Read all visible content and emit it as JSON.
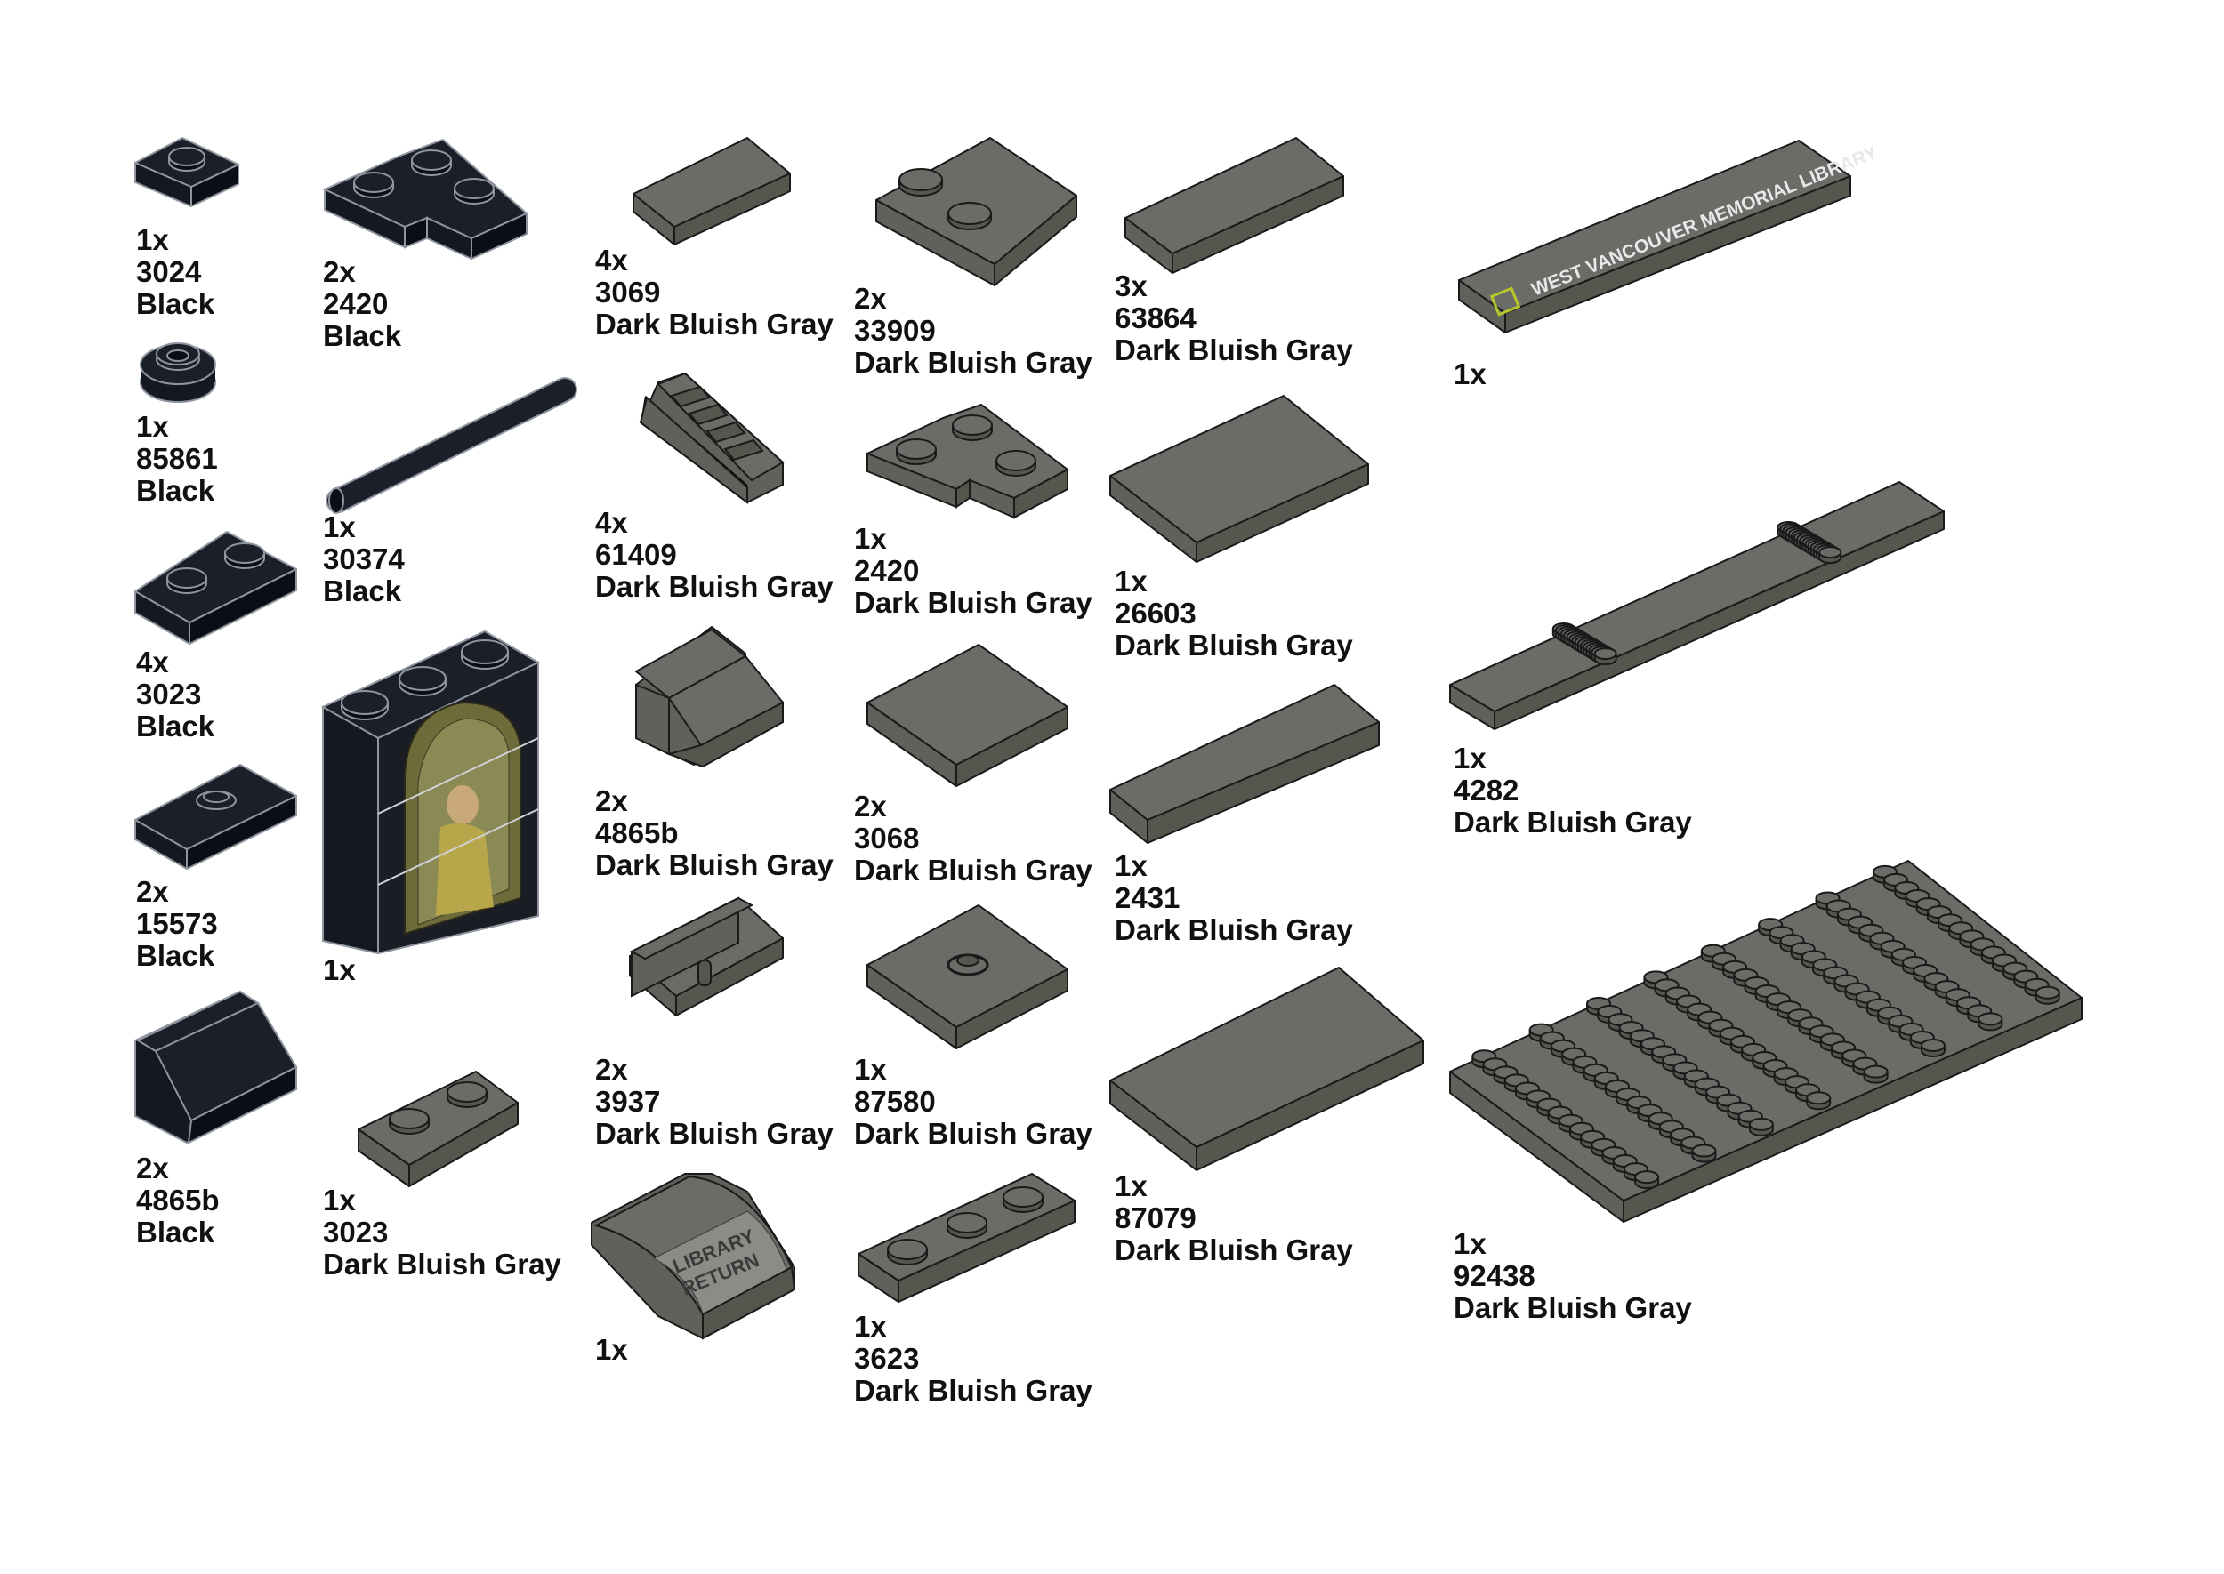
{
  "colors": {
    "black_top": "#1b1f29",
    "black_side": "#0b0e16",
    "black_front": "#141821",
    "dbg_top": "#6a6c67",
    "dbg_side": "#55574f",
    "dbg_front": "#5f615b",
    "outline_black": "#8f959e",
    "outline_gray": "#1a1a1a",
    "label": "#111111",
    "page": "#ffffff"
  },
  "parts": [
    {
      "id": "p3024",
      "qty": "1x",
      "part": "3024",
      "color": "Black"
    },
    {
      "id": "p2420b",
      "qty": "2x",
      "part": "2420",
      "color": "Black"
    },
    {
      "id": "p3069",
      "qty": "4x",
      "part": "3069",
      "color": "Dark Bluish Gray"
    },
    {
      "id": "p33909",
      "qty": "2x",
      "part": "33909",
      "color": "Dark Bluish Gray"
    },
    {
      "id": "p63864",
      "qty": "3x",
      "part": "63864",
      "color": "Dark Bluish Gray"
    },
    {
      "id": "pLibTile",
      "qty": "1x",
      "print_text": "WEST VANCOUVER MEMORIAL LIBRARY"
    },
    {
      "id": "p85861",
      "qty": "1x",
      "part": "85861",
      "color": "Black"
    },
    {
      "id": "p30374",
      "qty": "1x",
      "part": "30374",
      "color": "Black"
    },
    {
      "id": "p61409",
      "qty": "4x",
      "part": "61409",
      "color": "Dark Bluish Gray"
    },
    {
      "id": "p2420g",
      "qty": "1x",
      "part": "2420",
      "color": "Dark Bluish Gray"
    },
    {
      "id": "p26603",
      "qty": "1x",
      "part": "26603",
      "color": "Dark Bluish Gray"
    },
    {
      "id": "p3023b",
      "qty": "4x",
      "part": "3023",
      "color": "Black"
    },
    {
      "id": "pWindow",
      "qty": "1x"
    },
    {
      "id": "p4865g",
      "qty": "2x",
      "part": "4865b",
      "color": "Dark Bluish Gray"
    },
    {
      "id": "p3068",
      "qty": "2x",
      "part": "3068",
      "color": "Dark Bluish Gray"
    },
    {
      "id": "p2431",
      "qty": "1x",
      "part": "2431",
      "color": "Dark Bluish Gray"
    },
    {
      "id": "p4282",
      "qty": "1x",
      "part": "4282",
      "color": "Dark Bluish Gray"
    },
    {
      "id": "p15573",
      "qty": "2x",
      "part": "15573",
      "color": "Black"
    },
    {
      "id": "p3937",
      "qty": "2x",
      "part": "3937",
      "color": "Dark Bluish Gray"
    },
    {
      "id": "p87580",
      "qty": "1x",
      "part": "87580",
      "color": "Dark Bluish Gray"
    },
    {
      "id": "p87079",
      "qty": "1x",
      "part": "87079",
      "color": "Dark Bluish Gray"
    },
    {
      "id": "p92438",
      "qty": "1x",
      "part": "92438",
      "color": "Dark Bluish Gray"
    },
    {
      "id": "p4865k",
      "qty": "2x",
      "part": "4865b",
      "color": "Black"
    },
    {
      "id": "p3023g",
      "qty": "1x",
      "part": "3023",
      "color": "Dark Bluish Gray"
    },
    {
      "id": "pReturn",
      "qty": "1x",
      "print_text": "LIBRARY RETURN"
    },
    {
      "id": "p3623",
      "qty": "1x",
      "part": "3623",
      "color": "Dark Bluish Gray"
    }
  ]
}
